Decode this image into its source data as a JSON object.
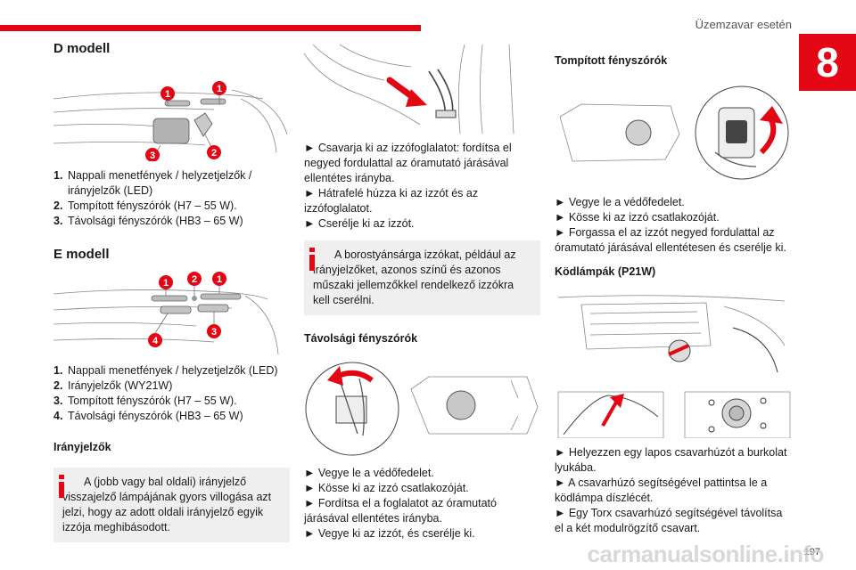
{
  "header": {
    "section": "Üzemzavar esetén",
    "chapter": "8"
  },
  "col1": {
    "d_title": "D modell",
    "d_items": [
      {
        "n": "1.",
        "t": "Nappali menetfények / helyzetjelzők / irányjelzők (LED)"
      },
      {
        "n": "2.",
        "t": "Tompított fényszórók (H7 – 55 W)."
      },
      {
        "n": "3.",
        "t": "Távolsági fényszórók (HB3 – 65 W)"
      }
    ],
    "d_badges": [
      "1",
      "1",
      "2",
      "3"
    ],
    "e_title": "E modell",
    "e_items": [
      {
        "n": "1.",
        "t": "Nappali menetfények / helyzetjelzők (LED)"
      },
      {
        "n": "2.",
        "t": "Irányjelzők (WY21W)"
      },
      {
        "n": "3.",
        "t": "Tompított fényszórók (H7 – 55 W)."
      },
      {
        "n": "4.",
        "t": "Távolsági fényszórók (HB3 – 65 W)"
      }
    ],
    "e_badges": [
      "1",
      "2",
      "1",
      "4",
      "3"
    ],
    "turn_title": "Irányjelzők",
    "turn_info": "A (jobb vagy bal oldali) irányjelző visszajelző lámpájának gyors villogása azt jelzi, hogy az adott oldali irányjelző egyik izzója meghibásodott."
  },
  "col2": {
    "steps": [
      "► Csavarja ki az izzófoglalatot: fordítsa el negyed fordulattal az óramutató járásával ellentétes irányba.",
      "► Hátrafelé húzza ki az izzót és az izzófoglalatot.",
      "► Cserélje ki az izzót."
    ],
    "info": "A borostyánsárga izzókat, például az irányjelzőket, azonos színű és azonos műszaki jellemzőkkel rendelkező izzókra kell cserélni.",
    "high_title": "Távolsági fényszórók",
    "high_steps": [
      "► Vegye le a védőfedelet.",
      "► Kösse ki az izzó csatlakozóját.",
      "► Fordítsa el a foglalatot az óramutató járásával ellentétes irányba.",
      "► Vegye ki az izzót, és cserélje ki."
    ]
  },
  "col3": {
    "low_title": "Tompított fényszórók",
    "low_steps": [
      "► Vegye le a védőfedelet.",
      "► Kösse ki az izzó csatlakozóját.",
      "► Forgassa el az izzót negyed fordulattal az óramutató járásával ellentétesen és cserélje ki."
    ],
    "fog_title": "Ködlámpák (P21W)",
    "fog_steps": [
      "► Helyezzen egy lapos csavarhúzót a burkolat lyukába.",
      "► A csavarhúzó segítségével pattintsa le a ködlámpa díszlécét.",
      "► Egy Torx csavarhúzó segítségével távolítsa el a két modulrögzítő csavart."
    ]
  },
  "footer": {
    "page": "197",
    "watermark": "carmanualsonline.info"
  },
  "colors": {
    "accent": "#e30613",
    "info_bg": "#efefef"
  }
}
